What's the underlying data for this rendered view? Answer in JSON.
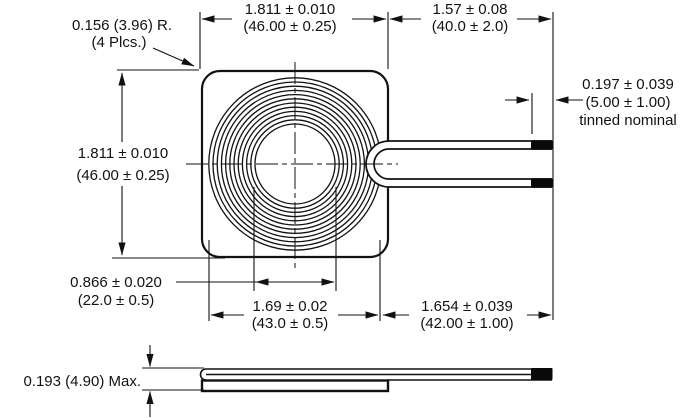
{
  "colors": {
    "line": "#121212",
    "background": "#ffffff"
  },
  "annotations": {
    "corner_radius": {
      "value": "0.156 (3.96) R.",
      "note": "(4 Plcs.)"
    },
    "overall_width": {
      "inches": "1.811 ± 0.010",
      "mm": "(46.00 ± 0.25)"
    },
    "overall_height": {
      "inches": "1.811 ± 0.010",
      "mm": "(46.00 ± 0.25)"
    },
    "lead_length_top": {
      "inches": "1.57 ± 0.08",
      "mm": "(40.0 ± 2.0)"
    },
    "tinned_length": {
      "inches": "0.197 ± 0.039",
      "mm": "(5.00 ± 1.00)",
      "note": "tinned nominal"
    },
    "inner_diameter": {
      "inches": "0.866 ± 0.020",
      "mm": "(22.0 ± 0.5)"
    },
    "winding_outer_diameter": {
      "inches": "1.69 ± 0.02",
      "mm": "(43.0 ± 0.5)"
    },
    "lead_length_bottom": {
      "inches": "1.654 ± 0.039",
      "mm": "(42.00 ± 1.00)"
    },
    "max_thickness": {
      "value": "0.193 (4.90) Max."
    }
  }
}
